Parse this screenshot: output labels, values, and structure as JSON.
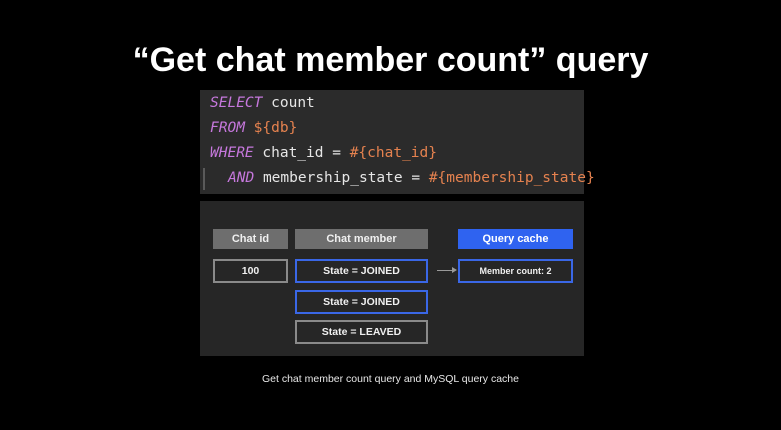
{
  "title": "“Get chat member count” query",
  "code": {
    "line1": {
      "keyword": "SELECT",
      "text": "count"
    },
    "line2": {
      "keyword": "FROM",
      "value": "${db}"
    },
    "line3": {
      "keyword": "WHERE",
      "text": "chat_id = ",
      "value": "#{chat_id}"
    },
    "line4": {
      "keyword": "AND",
      "text": "membership_state = ",
      "value": "#{membership_state}"
    }
  },
  "diagram": {
    "headers": {
      "chat_id": "Chat id",
      "chat_member": "Chat member",
      "query_cache": "Query cache"
    },
    "chat_id_value": "100",
    "members": [
      {
        "label": "State = JOINED",
        "border_color": "#3a67e6"
      },
      {
        "label": "State = JOINED",
        "border_color": "#3a67e6"
      },
      {
        "label": "State = LEAVED",
        "border_color": "#8a8a8a"
      }
    ],
    "cache_value": "Member count: 2"
  },
  "caption": "Get chat member count query and MySQL query cache",
  "colors": {
    "keyword": "#c678dd",
    "variable": "#e5824f",
    "cache_header": "#2f63f0",
    "header_gray": "#6e6e6e"
  }
}
